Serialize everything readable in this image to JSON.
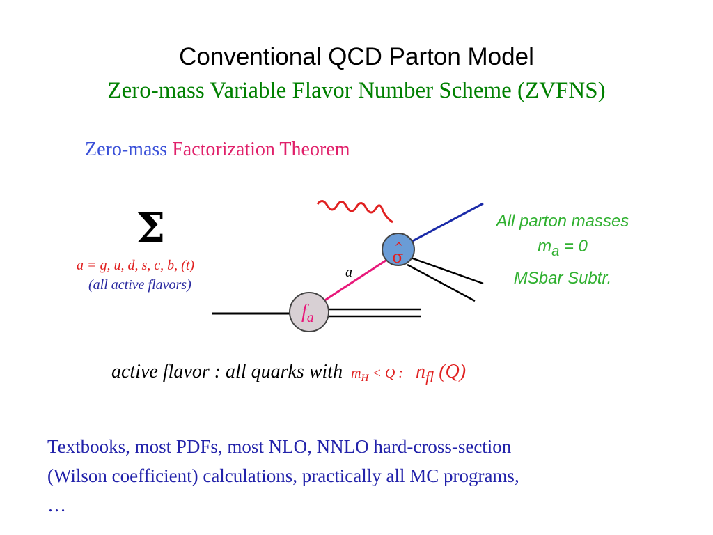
{
  "slide": {
    "title": "Conventional QCD Parton Model",
    "subtitle": "Zero-mass Variable Flavor Number Scheme (ZVFNS)",
    "heading": {
      "part1": "Zero-mass",
      "part2": "Factorization Theorem"
    },
    "sum": {
      "symbol": "Σ",
      "range": "a = g, u, d, s,  c, b, (t)",
      "note": "(all active flavors)"
    },
    "diagram": {
      "parton_label": "a",
      "pdf_symbol": "f",
      "pdf_sub": "a",
      "hard_symbol": "σ",
      "hard_hat": "^"
    },
    "masses": {
      "line1": "All parton masses",
      "line2_base": "m",
      "line2_sub": "a",
      "line2_rest": " = 0",
      "line3": "MSbar Subtr."
    },
    "active_flavor": {
      "label": "active flavor :  all quarks with",
      "cond_base": "m",
      "cond_sub": "H",
      "cond_rest": " < Q :",
      "nfl_base": "n",
      "nfl_sub": "fl",
      "nfl_rest": " (Q)"
    },
    "footer": {
      "line1": "Textbooks, most PDFs, most NLO, NNLO hard-cross-section",
      "line2": "(Wilson coefficient) calculations, practically all MC programs,",
      "line3": "…"
    }
  },
  "colors": {
    "title": "#000000",
    "subtitle": "#008000",
    "heading_blue": "#3a50d8",
    "heading_pink": "#e0206a",
    "sum_red": "#e02020",
    "sum_blue": "#2a2aa0",
    "masses_green": "#30b030",
    "footer_blue": "#2222aa",
    "hard_blob": "#6a9cd6",
    "pdf_blob": "#d8d0d4",
    "parton_line": "#e8187a",
    "outgoing_blue": "#1a2aa8",
    "photon": "#e02020"
  }
}
